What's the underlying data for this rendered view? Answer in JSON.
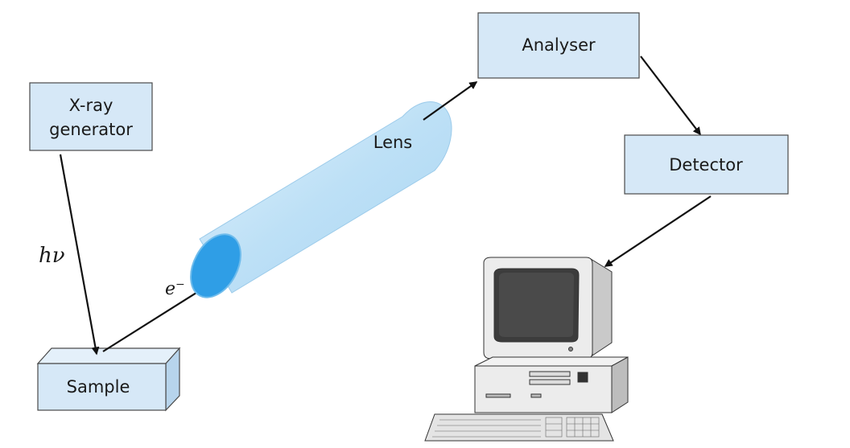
{
  "diagram": {
    "xray_generator": {
      "line1": "X-ray",
      "line2": "generator"
    },
    "sample": {
      "label": "Sample"
    },
    "lens": {
      "label": "Lens"
    },
    "analyser": {
      "label": "Analyser"
    },
    "detector": {
      "label": "Detector"
    },
    "photon": {
      "h": "h",
      "nu": "ν"
    },
    "electron": {
      "label": "e",
      "charge": "−"
    }
  },
  "colors": {
    "box_fill": "#d6e8f7",
    "box_stroke": "#4a4a4a",
    "lens_body": "#bfe0f6",
    "lens_face": "#2f9ee6",
    "arrow": "#111111",
    "computer_case": "#ececec",
    "computer_shadow": "#b8b8b8",
    "screen": "#3c3c3c"
  }
}
